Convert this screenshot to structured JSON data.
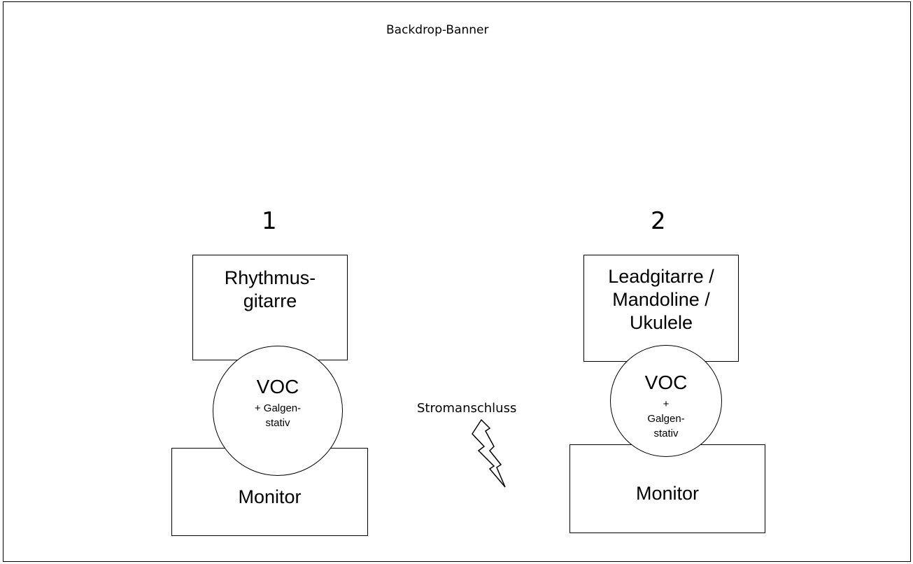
{
  "banner": "Backdrop-Banner",
  "positions": [
    {
      "number": "1",
      "amp_line1": "Rhythmus-",
      "amp_line2": "gitarre",
      "voc": "VOC",
      "stand_line1": "+ Galgen-",
      "stand_line2": "stativ",
      "monitor": "Monitor"
    },
    {
      "number": "2",
      "amp_line1": "Leadgitarre /",
      "amp_line2": "Mandoline /",
      "amp_line3": "Ukulele",
      "voc": "VOC",
      "stand_line1": "+",
      "stand_line2": "Galgen-",
      "stand_line3": "stativ",
      "monitor": "Monitor"
    }
  ],
  "power": {
    "label": "Stromanschluss",
    "icon": "lightning-bolt-icon"
  }
}
